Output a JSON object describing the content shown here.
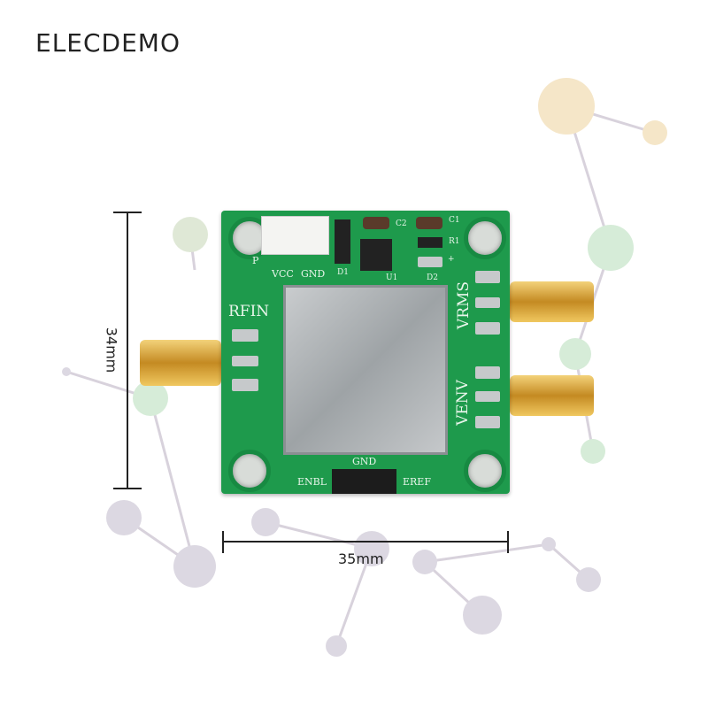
{
  "brand": "ELECDEMO",
  "dimensions": {
    "height": "34mm",
    "width": "35mm"
  },
  "silkscreen": {
    "vcc": "VCC",
    "gnd": "GND",
    "p": "P",
    "d1": "D1",
    "u1": "U1",
    "c1": "C1",
    "c2": "C2",
    "r1": "R1",
    "d2": "D2",
    "plus": "+",
    "rfin": "RFIN",
    "vrms": "VRMS",
    "venv": "VENV",
    "gnd_bottom": "GND",
    "enbl": "ENBL",
    "eref": "EREF"
  }
}
